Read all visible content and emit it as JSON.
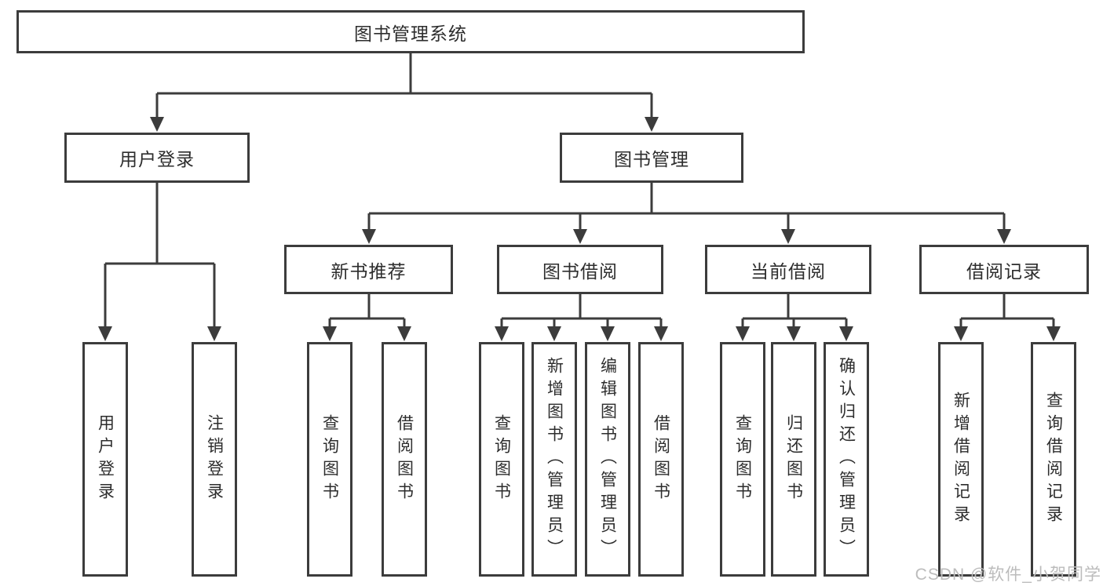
{
  "diagram": {
    "root_label": "图书管理系统",
    "level2": {
      "user_login": "用户登录",
      "book_mgmt": "图书管理"
    },
    "level3": {
      "new_books": "新书推荐",
      "borrowing": "图书借阅",
      "current": "当前借阅",
      "records": "借阅记录"
    },
    "leaves": {
      "user_login": [
        "用户登录",
        "注销登录"
      ],
      "new_books": [
        "查询图书",
        "借阅图书"
      ],
      "borrowing": [
        "查询图书",
        "新增图书（管理员）",
        "编辑图书（管理员）",
        "借阅图书"
      ],
      "current": [
        "查询图书",
        "归还图书",
        "确认归还（管理员）"
      ],
      "records": [
        "新增借阅记录",
        "查询借阅记录"
      ]
    }
  },
  "watermark": {
    "text": "CSDN @软件_小贺同学"
  },
  "colors": {
    "line": "#3c3c3c",
    "text": "#2d2d2d",
    "watermark_text": "#bcbcbc",
    "background": "#ffffff"
  }
}
